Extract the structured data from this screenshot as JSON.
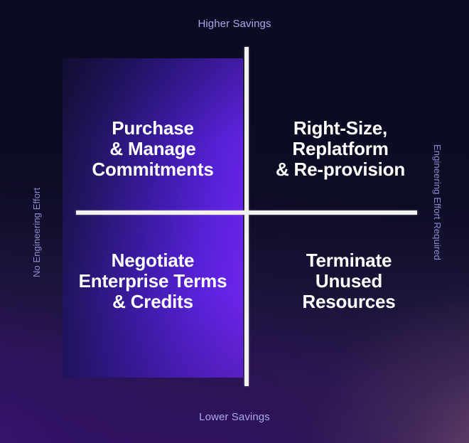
{
  "chart_data": {
    "type": "table",
    "title": "Cloud Cost Optimization 2x2 Matrix",
    "layout": "2x2-quadrant-matrix",
    "xlabel": "Savings",
    "ylabel": "Engineering Effort",
    "axes": {
      "vertical_axis_top_label": "Higher Savings",
      "vertical_axis_bottom_label": "Lower Savings",
      "horizontal_axis_left_label": "No Engineering Effort",
      "horizontal_axis_right_label": "Engineering Effort Required"
    },
    "categories": [
      "top-left",
      "top-right",
      "bottom-left",
      "bottom-right"
    ],
    "quadrants": [
      {
        "position": "top-left",
        "label": "Purchase\n& Manage\nCommitments",
        "savings": "Higher Savings",
        "effort": "No Engineering Effort",
        "highlighted": true
      },
      {
        "position": "top-right",
        "label": "Right-Size,\nReplatform\n& Re-provision",
        "savings": "Higher Savings",
        "effort": "Engineering Effort Required",
        "highlighted": false
      },
      {
        "position": "bottom-left",
        "label": "Negotiate\nEnterprise Terms\n& Credits",
        "savings": "Lower Savings",
        "effort": "No Engineering Effort",
        "highlighted": true
      },
      {
        "position": "bottom-right",
        "label": "Terminate\nUnused\nResources",
        "savings": "Lower Savings",
        "effort": "Engineering Effort Required",
        "highlighted": false
      }
    ],
    "grid": false,
    "legend": "none"
  },
  "matrix": {
    "axis_top_label": "Higher Savings",
    "axis_bottom_label": "Lower Savings",
    "axis_left_label": "No Engineering Effort",
    "axis_right_label": "Engineering Effort Required",
    "quadrant_top_left": "Purchase\n& Manage\nCommitments",
    "quadrant_top_right": "Right-Size,\nReplatform\n& Re-provision",
    "quadrant_bottom_left": "Negotiate\nEnterprise Terms\n& Credits",
    "quadrant_bottom_right": "Terminate\nUnused\nResources"
  },
  "colors": {
    "background_navy": "#0b0b23",
    "panel_purple": "#6a24ea",
    "panel_dark": "#14113a",
    "axis_line": "#f4f2ef",
    "quadrant_text": "#ffffff",
    "axis_caption": "#a9a8e8",
    "side_caption": "#8d8ccf",
    "bottom_left_violet": "#311161",
    "bottom_right_mauve": "#4a3a55"
  }
}
